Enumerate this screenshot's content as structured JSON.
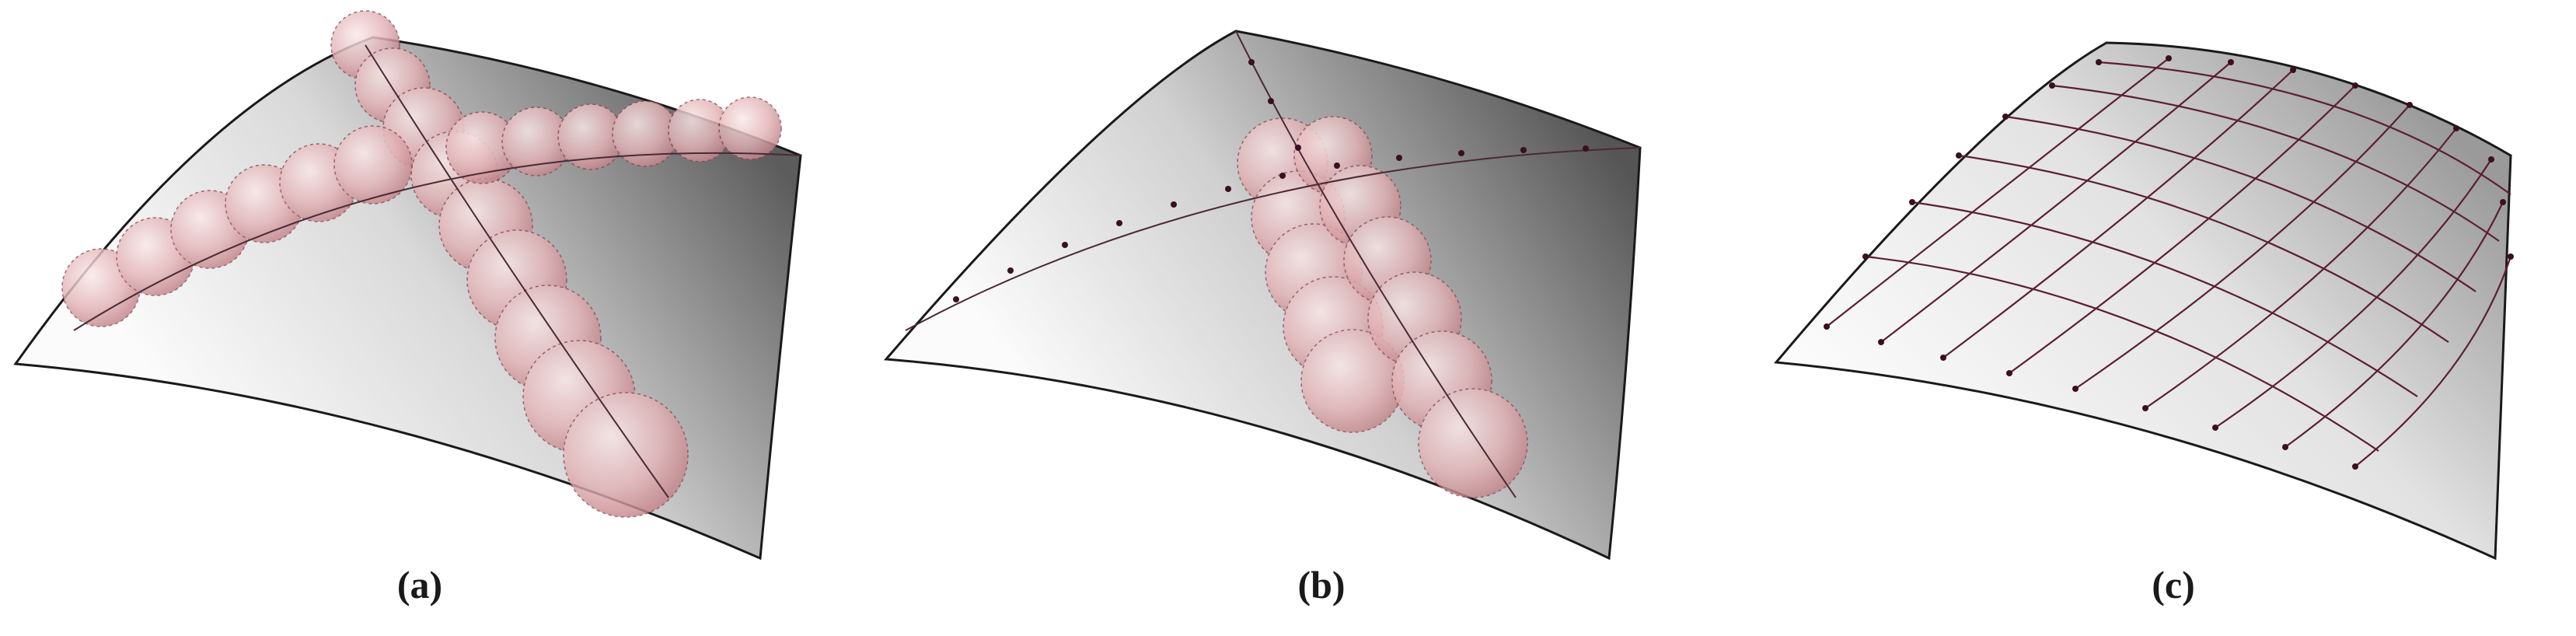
{
  "panels": [
    {
      "label": "(a)"
    },
    {
      "label": "(b)"
    },
    {
      "label": "(c)"
    }
  ],
  "colors": {
    "surface_light": "#fbfbfb",
    "surface_dark": "#5c5c5c",
    "edge": "#1a1a1a",
    "sphere_fill": "#d9a3a6",
    "sphere_stroke": "#8a4a55",
    "curve": "#4a2a35",
    "node": "#3a0f1f"
  }
}
